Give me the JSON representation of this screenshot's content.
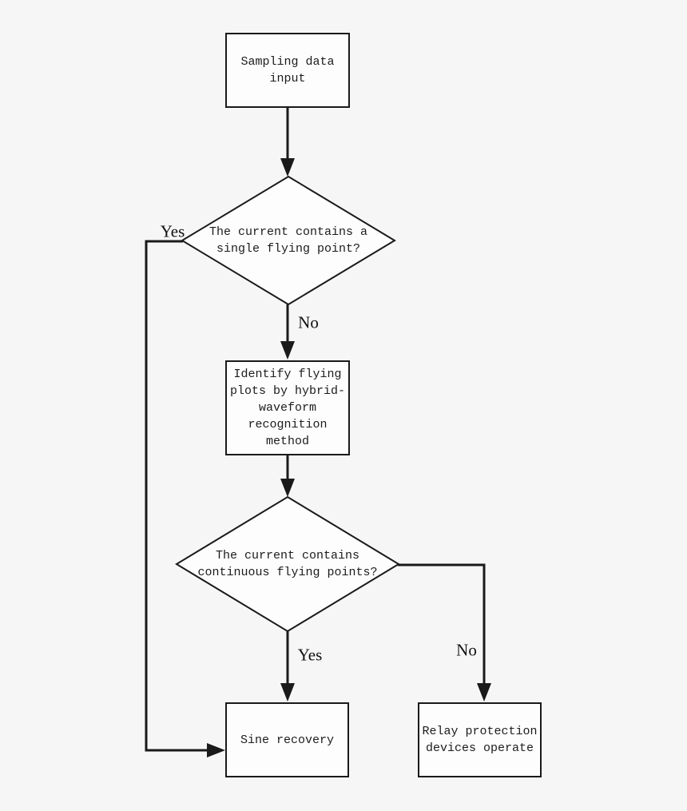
{
  "diagram": {
    "type": "flowchart",
    "colors": {
      "background": "#f6f6f6",
      "node_fill": "#fdfdfd",
      "stroke": "#1a1a1a"
    },
    "nodes": [
      {
        "id": "start",
        "shape": "rect",
        "label": "Sampling data\ninput"
      },
      {
        "id": "decision1",
        "shape": "diamond",
        "label": "The current contains a\nsingle flying point?"
      },
      {
        "id": "process",
        "shape": "rect",
        "label": "Identify flying\nplots by hybrid-\nwaveform\nrecognition\nmethod"
      },
      {
        "id": "decision2",
        "shape": "diamond",
        "label": "The current contains\ncontinuous flying points?"
      },
      {
        "id": "sine",
        "shape": "rect",
        "label": "Sine recovery"
      },
      {
        "id": "relay",
        "shape": "rect",
        "label": "Relay protection\ndevices operate"
      }
    ],
    "edges": [
      {
        "from": "start",
        "to": "decision1",
        "label": ""
      },
      {
        "from": "decision1",
        "to": "sine",
        "label": "Yes"
      },
      {
        "from": "decision1",
        "to": "process",
        "label": "No"
      },
      {
        "from": "process",
        "to": "decision2",
        "label": ""
      },
      {
        "from": "decision2",
        "to": "sine",
        "label": "Yes"
      },
      {
        "from": "decision2",
        "to": "relay",
        "label": "No"
      }
    ]
  }
}
